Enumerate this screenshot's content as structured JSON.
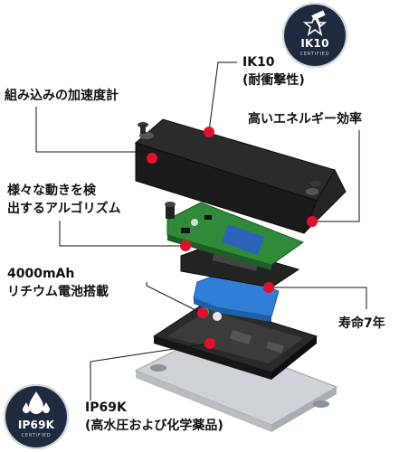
{
  "labels": {
    "accelerometer": "組み込みの加速度計",
    "ik10_title": "IK10",
    "ik10_sub": "(耐衝撃性)",
    "energy": "高いエネルギー効率",
    "algorithm_line1": "様々な動きを検",
    "algorithm_line2": "出するアルゴリズム",
    "battery_line1": "4000mAh",
    "battery_line2": "リチウム電池搭載",
    "lifespan": "寿命7年",
    "ip69k_title": "IP69K",
    "ip69k_sub": "(高水圧および化学薬品)"
  },
  "badges": {
    "ik10": {
      "code": "IK10",
      "certified": "CERTIFIED",
      "icon": "hammer-star-icon"
    },
    "ip69k": {
      "code": "IP69K",
      "certified": "CERTIFIED",
      "icon": "water-drops-icon"
    }
  },
  "colors": {
    "callout_dot": "#e3102c",
    "badge_bg": "#1f2a3e",
    "housing": "#1b1b1b",
    "pcb": "#2f8a3a",
    "battery": "#2f7fd6"
  }
}
